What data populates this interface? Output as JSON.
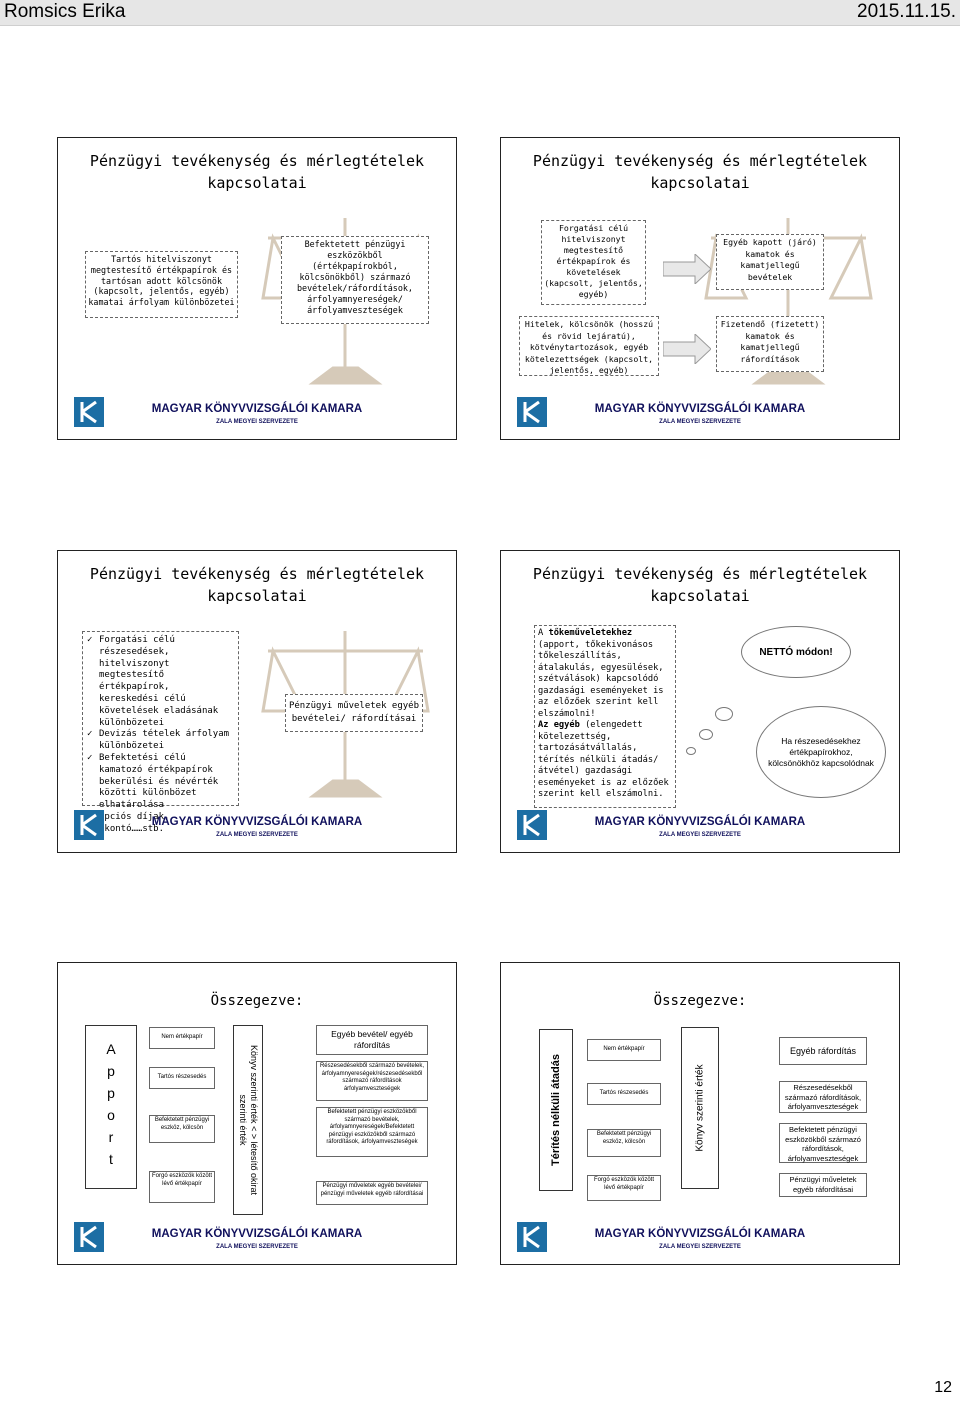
{
  "header": {
    "author": "Romsics Erika",
    "date": "2015.11.15."
  },
  "footer": {
    "org": "MAGYAR KÖNYVVIZSGÁLÓI KAMARA",
    "sub": "ZALA MEGYEI SZERVEZETE"
  },
  "slide_title": "Pénzügyi tevékenység és mérlegtételek kapcsolatai",
  "s1": {
    "box_left": "Tartós hitelviszonyt megtestesítő értékpapírok és tartósan adott kölcsönök (kapcsolt, jelentős, egyéb) kamatai árfolyam különbözetei",
    "box_right": "Befektetett pénzügyi eszközökből (értékpapírokból, kölcsönökből) származó bevételek/ráfordítások, árfolyamnyereségek/ árfolyamveszteségek"
  },
  "s2": {
    "box_tl": "Forgatási célú hitelviszonyt megtestesítő értékpapírok és követelések (kapcsolt, jelentős, egyéb)",
    "box_bl": "Hitelek, kölcsönök (hosszú és rövid lejáratú), kötvénytartozások, egyéb kötelezettségek (kapcsolt, jelentős, egyéb)",
    "box_tr": "Egyéb kapott (járó) kamatok és kamatjellegű bevételek",
    "box_br": "Fizetendő (fizetett) kamatok és kamatjellegű ráfordítások"
  },
  "s3": {
    "bullets": [
      "Forgatási célú részesedések, hitelviszonyt megtestesítő értékpapírok, kereskedési célú követelések eladásának különbözetei",
      "Devizás tételek árfolyam különbözetei",
      "Befektetési célú kamatozó értékpapírok bekerülési és névérték közötti különbözet elhatárolása",
      "Opciós díjak,",
      "Skontó……stb."
    ],
    "box": "Pénzügyi műveletek egyéb bevételei/ ráfordításai"
  },
  "s4": {
    "p1_a": "A ",
    "p1_b": "tőkeműveletekhez",
    "p1_c": " (apport, tőkekivonásos tőkeleszállítás, átalakulás, egyesülések, szétválások) kapcsolódó gazdasági eseményeket is az előzőek szerint kell elszámolni!",
    "p2_a": "Az egyéb",
    "p2_c": " (elengedett kötelezettség, tartozásátvállalás, térítés nélküli átadás/átvétel) gazdasági eseményeket is az előzőek szerint kell elszámolni.",
    "cloud1": "NETTÓ módon!",
    "cloud2": "Ha részesedésekhez értékpapírokhoz, kölcsönökhöz kapcsolódnak"
  },
  "s5": {
    "title": "Összegezve:",
    "apport": "A\np\np\no\nr\nt",
    "vertical": "Könyv szerinti érték < > létesítő okirat szerinti érték",
    "items": [
      "Nem értékpapír",
      "Tartós részesedés",
      "Befektetett pénzügyi eszköz, kölcsön",
      "Forgó eszközök között lévő értékpapír"
    ],
    "right_head": "Egyéb bevétel/ egyéb ráfordítás",
    "right_items": [
      "Részesedésekből származó bevételek, árfolyamnyereségek/részesedésekből származó ráfordítások árfolyamveszteségek",
      "Befektetett pénzügyi eszközökből származó bevételek, árfolyamnyereségek/Befektetett pénzügyi eszközökből származó ráfordítások, árfolyamveszteségek",
      "Pénzügyi műveletek egyéb bevételei/ pénzügyi műveletek egyéb ráfordításai"
    ]
  },
  "s6": {
    "title": "Összegezve:",
    "left_vertical": "Térítés nélküli átadás",
    "vertical": "Könyv szerinti érték",
    "items": [
      "Nem értékpapír",
      "Tartós részesedés",
      "Befektetett pénzügyi eszköz, kölcsön",
      "Forgó eszközök között lévő értékpapír"
    ],
    "right_head": "Egyéb ráfordítás",
    "right_items": [
      "Részesedésekből származó ráfordítások, árfolyamveszteségek",
      "Befektetett pénzügyi eszközökből származó ráfordítások, árfolyamveszteségek",
      "Pénzügyi műveletek egyéb ráfordításai"
    ]
  },
  "page_number": "12"
}
